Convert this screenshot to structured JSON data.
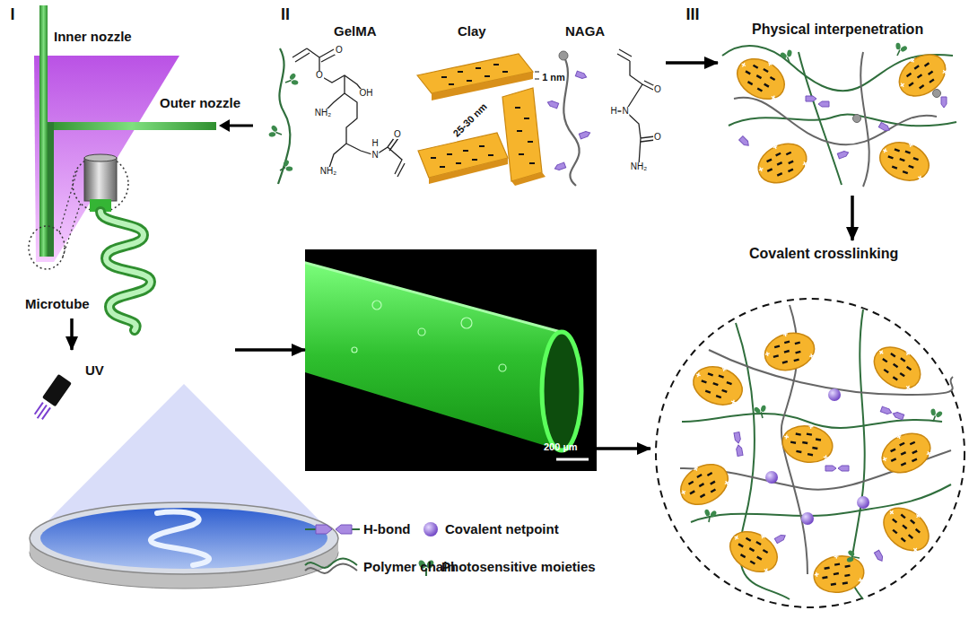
{
  "diagram": {
    "nodes": [
      {
        "text": [
          "Inner nozzle",
          "Outer nozzle",
          "Microtube"
        ]
      },
      {
        "text": [
          "UV"
        ]
      },
      {
        "text": [
          "200 µm"
        ]
      },
      {
        "text": [
          "GelMA",
          "Clay",
          "NAGA"
        ]
      },
      {
        "text": [
          "Physical interpenetration"
        ]
      },
      {
        "text": [
          "Covalent crosslinking"
        ]
      }
    ],
    "edges": [
      {
        "from": 0,
        "to": 1,
        "arrow": "to"
      },
      {
        "from": 1,
        "to": 2,
        "arrow": "to"
      },
      {
        "from": 3,
        "to": 4,
        "arrow": "to"
      },
      {
        "from": 4,
        "to": 5,
        "arrow": "to"
      },
      {
        "from": 2,
        "to": 5,
        "arrow": "to"
      }
    ],
    "labels": [
      "I",
      "II",
      "III",
      "O",
      "O",
      "OH",
      "NH₂",
      "H",
      "N",
      "O",
      "NH₂",
      "1 nm",
      "25-30 nm",
      "H",
      "N",
      "O",
      "O",
      "NH₂"
    ],
    "legend": [
      {
        "text": "H-bond"
      },
      {
        "text": "Covalent netpoint"
      },
      {
        "text": "Polymer chain"
      },
      {
        "text": "Photosensitive moieties"
      }
    ]
  }
}
